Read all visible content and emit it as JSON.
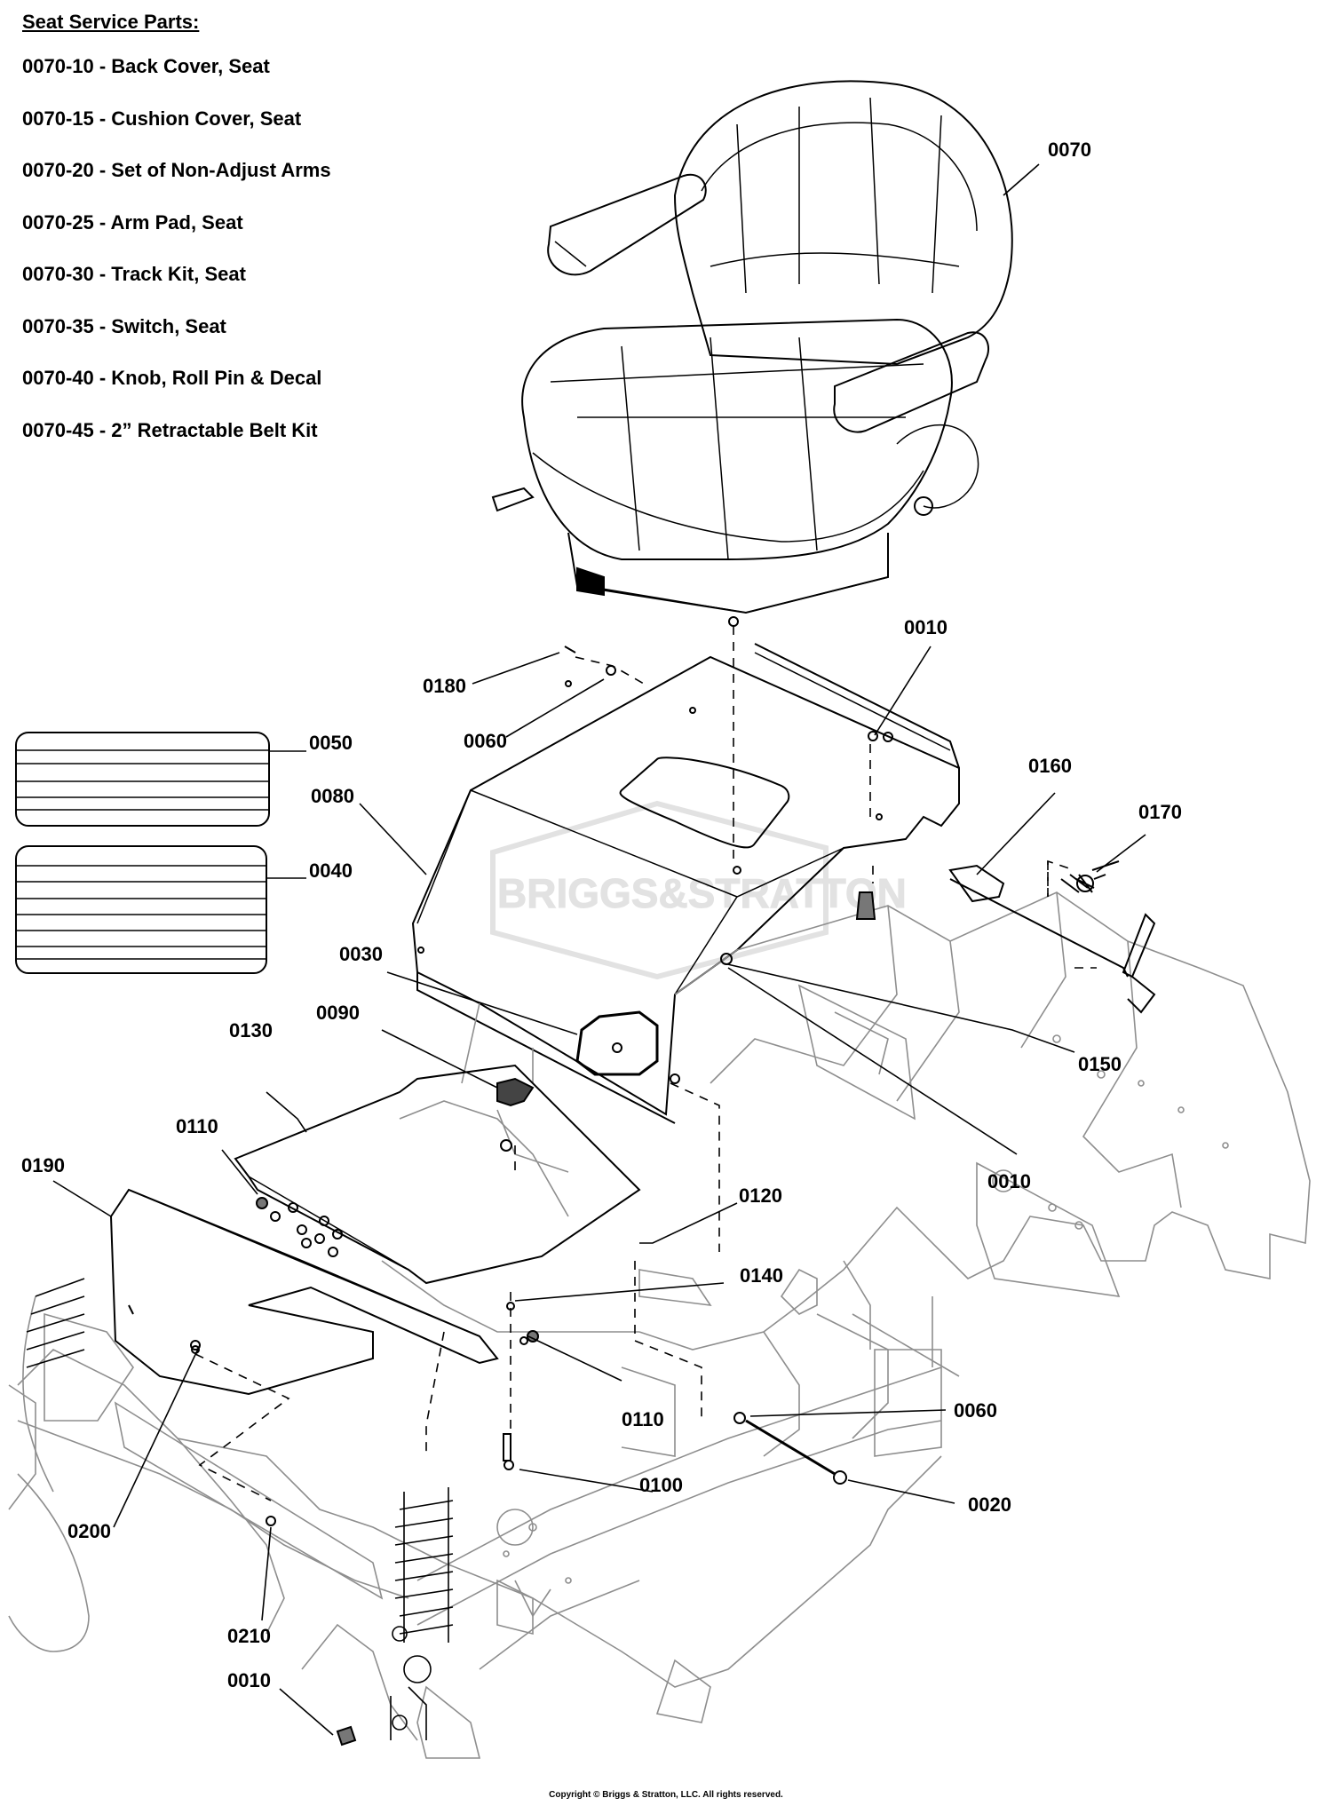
{
  "legend": {
    "title": "Seat Service Parts:",
    "items": [
      "0070-10 - Back Cover, Seat",
      "0070-15 - Cushion Cover, Seat",
      "0070-20 - Set of Non-Adjust Arms",
      "0070-25 - Arm Pad, Seat",
      "0070-30 - Track Kit, Seat",
      "0070-35 - Switch, Seat",
      "0070-40 - Knob, Roll Pin & Decal",
      "0070-45 - 2” Retractable Belt Kit"
    ]
  },
  "callouts": {
    "c0070": "0070",
    "c0010_top": "0010",
    "c0180": "0180",
    "c0060_top": "0060",
    "c0050": "0050",
    "c0160": "0160",
    "c0170": "0170",
    "c0080": "0080",
    "c0040": "0040",
    "c0030": "0030",
    "c0150": "0150",
    "c0090": "0090",
    "c0130": "0130",
    "c0010_mid": "0010",
    "c0110_left": "0110",
    "c0190": "0190",
    "c0120": "0120",
    "c0140": "0140",
    "c0110_right": "0110",
    "c0060_bottom": "0060",
    "c0100": "0100",
    "c0020": "0020",
    "c0200": "0200",
    "c0210": "0210",
    "c0010_bottom": "0010"
  },
  "watermark": "BRIGGS&STRATTON",
  "copyright": "Copyright © Briggs & Stratton, LLC. All rights reserved.",
  "colors": {
    "line": "#000000",
    "frame_line": "#9a9a9a",
    "watermark": "#e4e4e4"
  }
}
